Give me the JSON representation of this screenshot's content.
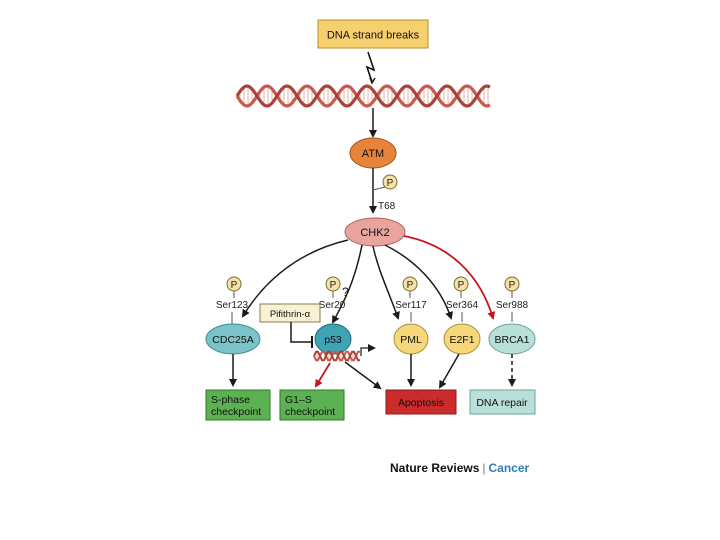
{
  "nodes": {
    "dna_breaks": "DNA strand breaks",
    "atm": "ATM",
    "phosphate": "P",
    "t68": "T68",
    "chk2": "CHK2",
    "cdc25a": "CDC25A",
    "p53": "p53",
    "pml": "PML",
    "e2f1": "E2F1",
    "brca1": "BRCA1",
    "pifithrin": "Pifithrin-α",
    "question": "?"
  },
  "sites": {
    "cdc25a": "Ser123",
    "p53": "Ser20",
    "pml": "Ser117",
    "e2f1": "Ser364",
    "brca1": "Ser988"
  },
  "outcomes": {
    "s_phase_1": "S-phase",
    "s_phase_2": "checkpoint",
    "g1s_1": "G1–S",
    "g1s_2": "checkpoint",
    "apoptosis": "Apoptosis",
    "dna_repair": "DNA repair"
  },
  "footer": {
    "journal": "Nature Reviews",
    "separator": "|",
    "section": "Cancer"
  },
  "colors": {
    "atm": "#e8843a",
    "chk2": "#e9a4a0",
    "cdc25a": "#7cc3c9",
    "p53": "#3ea3b3",
    "yellow_node": "#f6d77a",
    "brca1": "#b9dfd9",
    "green_box": "#5cb152",
    "apoptosis": "#cc2b2b",
    "dna_repair": "#b9dfd9",
    "dna_breaks": "#f6cf6e",
    "red_arrow": "#c8141d",
    "helix": "#c65a4e"
  }
}
